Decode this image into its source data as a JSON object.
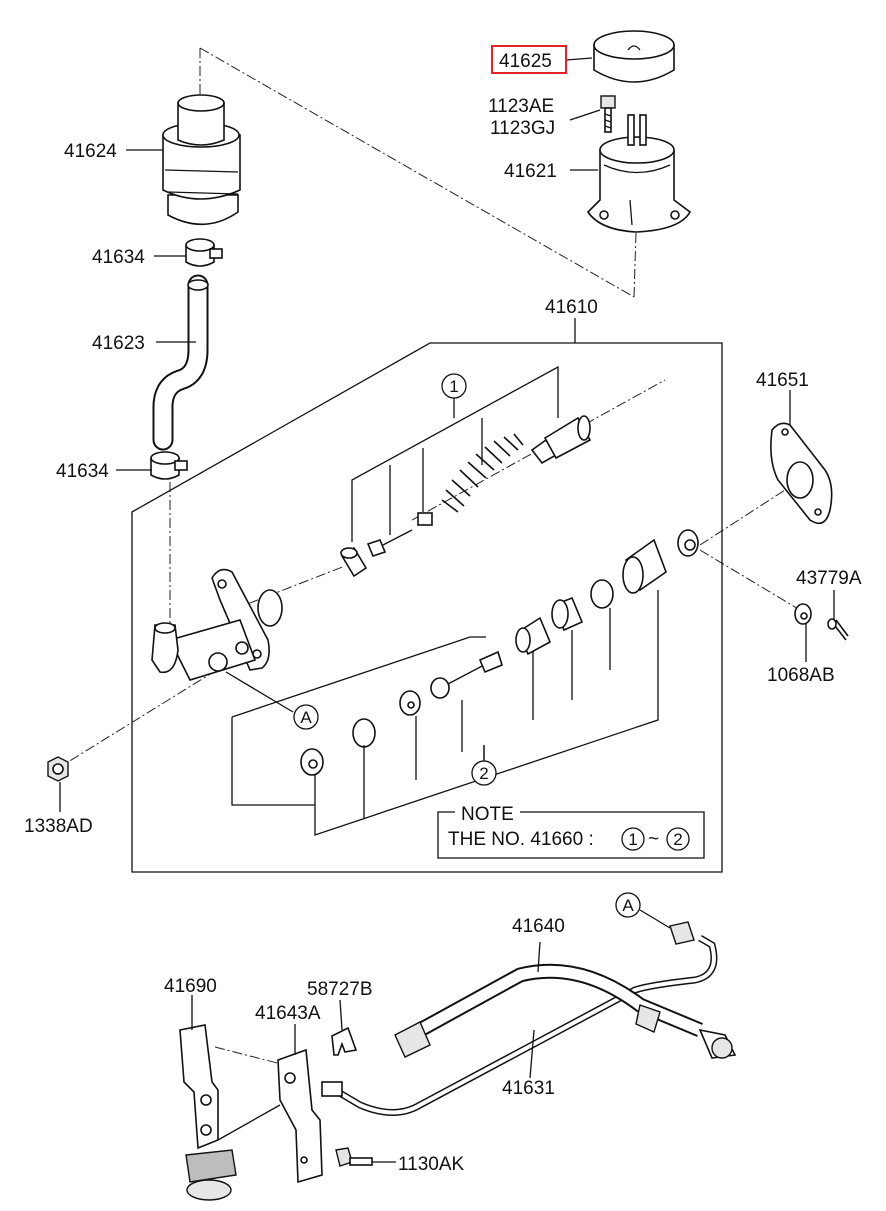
{
  "labels": {
    "p41625": "41625",
    "p1123ae": "1123AE",
    "p1123gj": "1123GJ",
    "p41621": "41621",
    "p41624": "41624",
    "p41634_top": "41634",
    "p41623": "41623",
    "p41634_bottom": "41634",
    "p41610": "41610",
    "p41651": "41651",
    "p43779a": "43779A",
    "p1068ab": "1068AB",
    "p1338ad": "1338AD",
    "p41640": "41640",
    "p41690": "41690",
    "p58727b": "58727B",
    "p41643a": "41643A",
    "p41631": "41631",
    "p1130ak": "1130AK"
  },
  "callouts": {
    "group1": "1",
    "group2": "2",
    "ref_a_upper": "A",
    "ref_a_lower": "A"
  },
  "note": {
    "title": "NOTE",
    "text": "THE NO. 41660 :",
    "range_start": "1",
    "range_sep": "~",
    "range_end": "2"
  },
  "highlight_color": "#e0242a"
}
